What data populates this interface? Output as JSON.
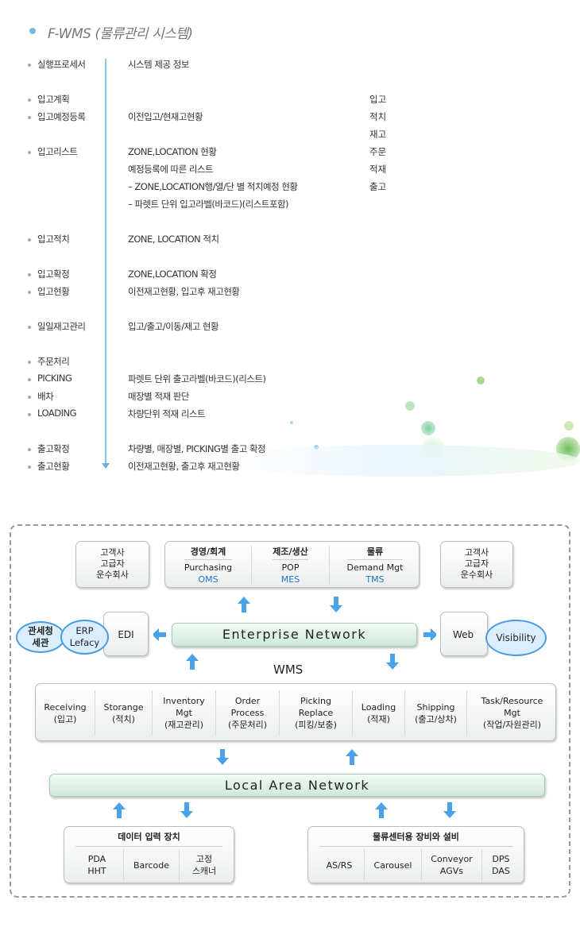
{
  "title": "F-WMS (물류관리 시스템)",
  "process_rows": [
    {
      "left": "실행프로세서",
      "middle": "시스템 제공 정보"
    },
    {
      "left": "입고계획",
      "middle": ""
    },
    {
      "left": "입고예정등록",
      "middle": "이전입고/현재고현황"
    },
    {
      "left": "",
      "middle": ""
    },
    {
      "left": "입고리스트",
      "middle": "ZONE,LOCATION 현황"
    },
    {
      "left": "",
      "middle": "예정등록에 따른 리스트"
    },
    {
      "left": "",
      "middle": " – ZONE,LOCATION행/열/단 별 적치예정 현황"
    },
    {
      "left": "",
      "middle": " – 파렛트 단위 입고라벨(바코드)(리스트포함)"
    },
    {
      "left": "입고적치",
      "middle": "ZONE, LOCATION 적치"
    },
    {
      "left": "입고확정",
      "middle": "ZONE,LOCATION 확정"
    },
    {
      "left": "입고현황",
      "middle": "이전재고현황, 입고후 재고현황"
    },
    {
      "left": "일일재고관리",
      "middle": "입고/출고/이동/재고 현황"
    },
    {
      "left": "주문처리",
      "middle": ""
    },
    {
      "left": "PICKING",
      "middle": "파렛트 단위 출고라벨(바코드)(리스트)"
    },
    {
      "left": "배차",
      "middle": "매장별 적재 판단"
    },
    {
      "left": "LOADING",
      "middle": "차량단위 적재 리스트"
    },
    {
      "left": "출고확정",
      "middle": "차량별, 매장별, PICKING별 출고 확정"
    },
    {
      "left": "출고현황",
      "middle": "이전재고현황, 출고후 재고현황"
    }
  ],
  "right_column": [
    "입고",
    "적치",
    "재고",
    "주문",
    "적재",
    "출고"
  ],
  "diagram": {
    "customer_left": [
      "고객사",
      "고급자",
      "운수회사"
    ],
    "customer_right": [
      "고객사",
      "고급자",
      "운수회사"
    ],
    "top_groups": [
      {
        "header": "경영/회계",
        "line1": "Purchasing",
        "line2": "OMS"
      },
      {
        "header": "제조/생산",
        "line1": "POP",
        "line2": "MES"
      },
      {
        "header": "물류",
        "line1": "Demand Mgt",
        "line2": "TMS"
      }
    ],
    "customs": [
      "관세청",
      "세관"
    ],
    "erp": [
      "ERP",
      "Lefacy"
    ],
    "edi": "EDI",
    "enterprise_network": "Enterprise Network",
    "web": "Web",
    "visibility": "Visibility",
    "wms": "WMS",
    "modules": [
      [
        "Receiving",
        "(입고)"
      ],
      [
        "Storange",
        "(적치)"
      ],
      [
        "Inventory",
        "Mgt",
        "(재고관리)"
      ],
      [
        "Order",
        "Process",
        "(주문처리)"
      ],
      [
        "Picking",
        "Replace",
        "(피킹/보충)"
      ],
      [
        "Loading",
        "(적재)"
      ],
      [
        "Shipping",
        "(출고/상차)"
      ],
      [
        "Task/Resource",
        "Mgt",
        "(작업/자원관리)"
      ]
    ],
    "lan": "Local Area Network",
    "input_devices": {
      "header": "데이터 입력 장치",
      "items": [
        [
          "PDA",
          "HHT"
        ],
        [
          "Barcode"
        ],
        [
          "고정",
          "스캐너"
        ]
      ]
    },
    "logistics_equipment": {
      "header": "물류센터용 장비와 설비",
      "items": [
        [
          "AS/RS"
        ],
        [
          "Carousel"
        ],
        [
          "Conveyor",
          "AGVs"
        ],
        [
          "DPS",
          "DAS"
        ]
      ]
    }
  },
  "colors": {
    "accent": "#4aa3e8",
    "highlight_text": "#1e74c4"
  }
}
